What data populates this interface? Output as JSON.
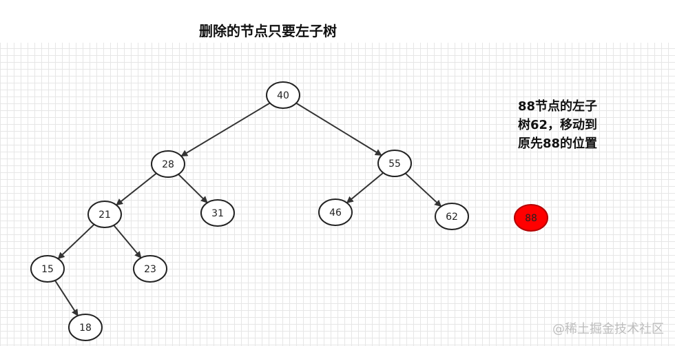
{
  "title": "删除的节点只要左子树",
  "note": {
    "line1": "88节点的左子",
    "line2": "树62，移动到",
    "line3": "原先88的位置"
  },
  "nodes": [
    {
      "id": "40",
      "label": "40"
    },
    {
      "id": "28",
      "label": "28"
    },
    {
      "id": "55",
      "label": "55"
    },
    {
      "id": "21",
      "label": "21"
    },
    {
      "id": "31",
      "label": "31"
    },
    {
      "id": "46",
      "label": "46"
    },
    {
      "id": "62",
      "label": "62"
    },
    {
      "id": "15",
      "label": "15"
    },
    {
      "id": "23",
      "label": "23"
    },
    {
      "id": "18",
      "label": "18"
    },
    {
      "id": "88",
      "label": "88"
    }
  ],
  "edges": [
    {
      "from": "40",
      "to": "28"
    },
    {
      "from": "40",
      "to": "55"
    },
    {
      "from": "28",
      "to": "21"
    },
    {
      "from": "28",
      "to": "31"
    },
    {
      "from": "55",
      "to": "46"
    },
    {
      "from": "55",
      "to": "62"
    },
    {
      "from": "21",
      "to": "15"
    },
    {
      "from": "21",
      "to": "23"
    },
    {
      "from": "15",
      "to": "18"
    }
  ],
  "highlight": {
    "node": "88",
    "fill": "#ff0000",
    "stroke": "#b20000"
  },
  "watermark": "@稀土掘金技术社区"
}
